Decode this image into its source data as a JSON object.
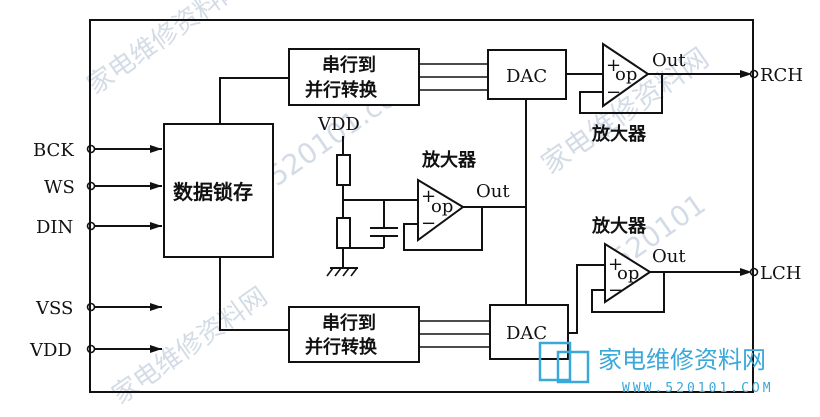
{
  "inputs": [
    "BCK",
    "WS",
    "DIN",
    "VSS",
    "VDD"
  ],
  "outputs": {
    "right": "RCH",
    "left": "LCH"
  },
  "blocks": {
    "latch": "数据锁存",
    "serial_to_parallel_line1": "串行到",
    "serial_to_parallel_line2": "并行转换",
    "dac": "DAC"
  },
  "amplifier": {
    "label": "放大器",
    "op": "op",
    "out": "Out",
    "plus": "+",
    "minus": "−"
  },
  "supply": "VDD",
  "watermark": {
    "brand": "家电维修资料网",
    "site": "www.520101.com",
    "fragments": [
      "家电维修资料网",
      "www.520101.com",
      "520101"
    ],
    "logo_text": "家电维修资料网",
    "logo_url": "WWW.520101.COM"
  },
  "colors": {
    "line": "#111111",
    "watermark": "#9fb3c8",
    "logo": "#3aa8d8"
  }
}
